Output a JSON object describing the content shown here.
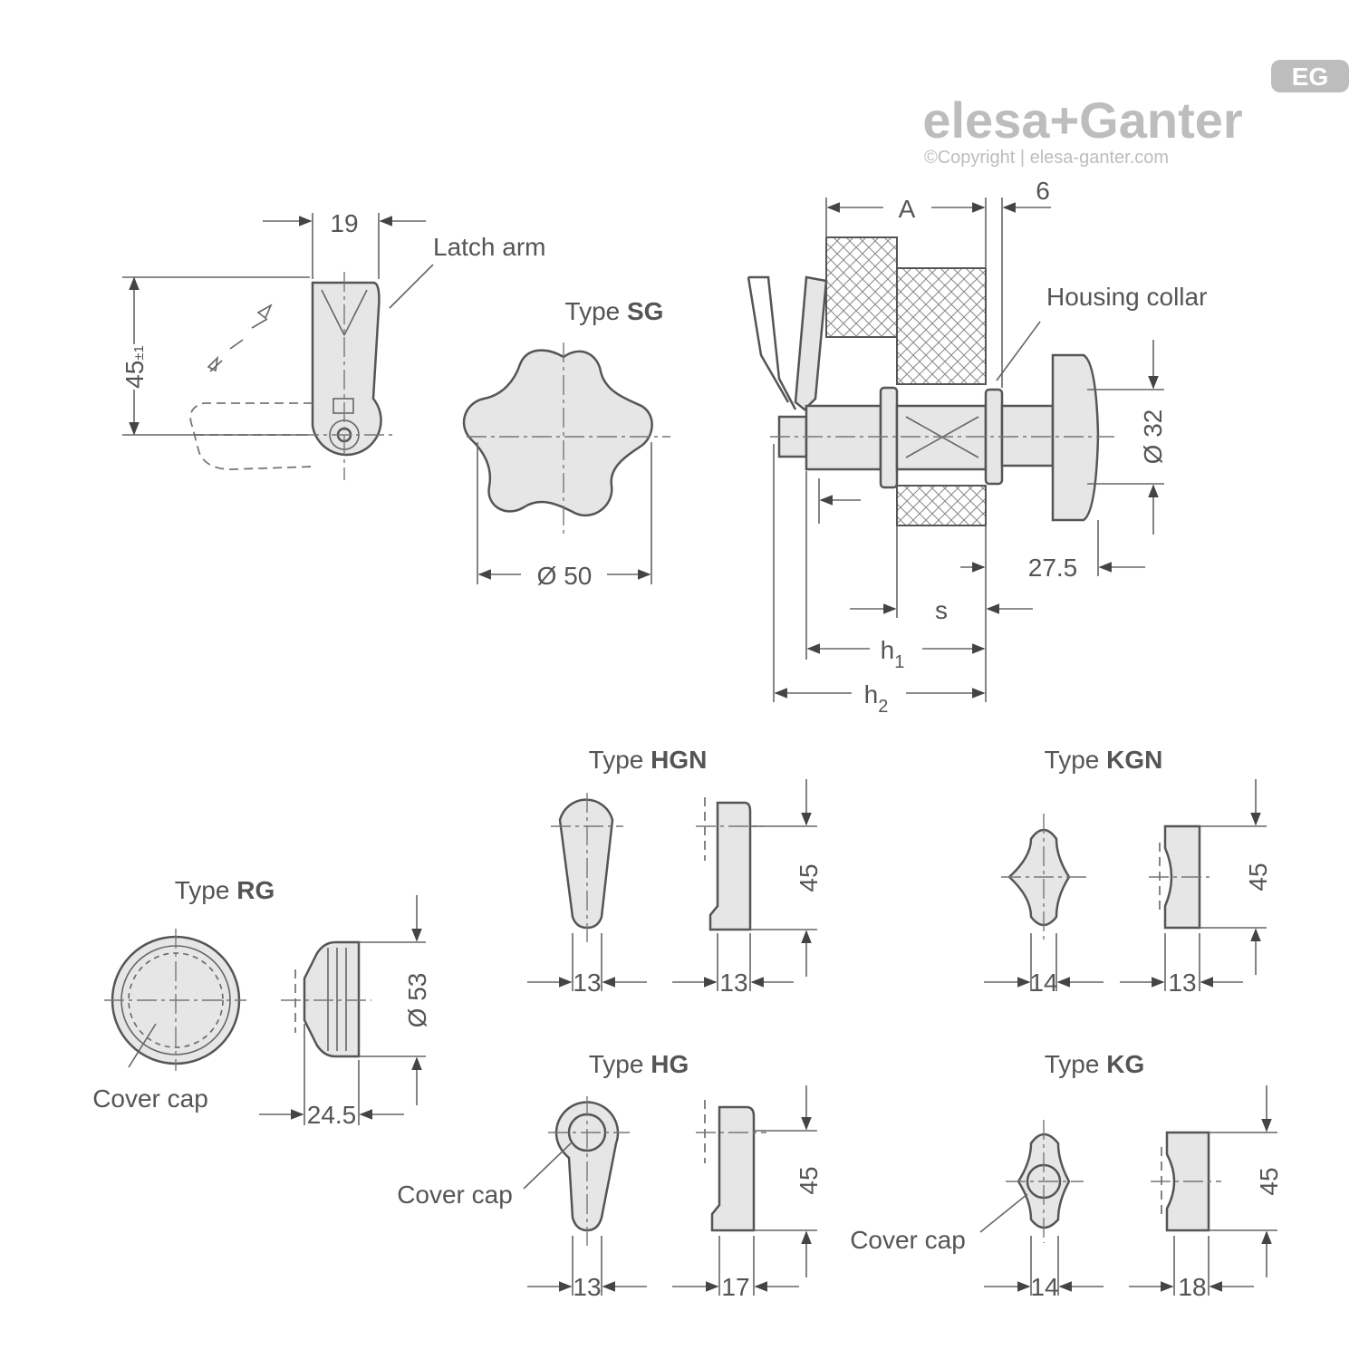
{
  "brand": {
    "logo_text": "elesa+Ganter",
    "badge": "EG",
    "copyright": "©Copyright | elesa-ganter.com",
    "colors": {
      "lines": "#555555",
      "fill": "#e6e6e6",
      "logo": "#bdbdbd"
    }
  },
  "labels": {
    "latch_arm": "Latch arm",
    "housing_collar": "Housing collar",
    "cover_cap_rg": "Cover cap",
    "cover_cap_hg": "Cover cap",
    "cover_cap_kg": "Cover cap"
  },
  "types": {
    "sg": {
      "prefix": "Type",
      "code": "SG"
    },
    "hgn": {
      "prefix": "Type",
      "code": "HGN"
    },
    "kgn": {
      "prefix": "Type",
      "code": "KGN"
    },
    "rg": {
      "prefix": "Type",
      "code": "RG"
    },
    "hg": {
      "prefix": "Type",
      "code": "HG"
    },
    "kg": {
      "prefix": "Type",
      "code": "KG"
    }
  },
  "dimensions": {
    "latch_width": "19",
    "latch_height_value": "45",
    "latch_height_tol": "±1",
    "sg_diameter": "Ø 50",
    "A": "A",
    "six": "6",
    "collar_diameter": "Ø 32",
    "knob_offset": "27.5",
    "s": "s",
    "h1_base": "h",
    "h1_sub": "1",
    "h2_base": "h",
    "h2_sub": "2",
    "hgn_front_w": "13",
    "hgn_side_w": "13",
    "hgn_height": "45",
    "kgn_front_w": "14",
    "kgn_side_w": "13",
    "kgn_height": "45",
    "rg_diameter": "Ø 53",
    "rg_width": "24.5",
    "hg_front_w": "13",
    "hg_side_w": "17",
    "hg_height": "45",
    "kg_front_w": "14",
    "kg_side_w": "18",
    "kg_height": "45"
  }
}
